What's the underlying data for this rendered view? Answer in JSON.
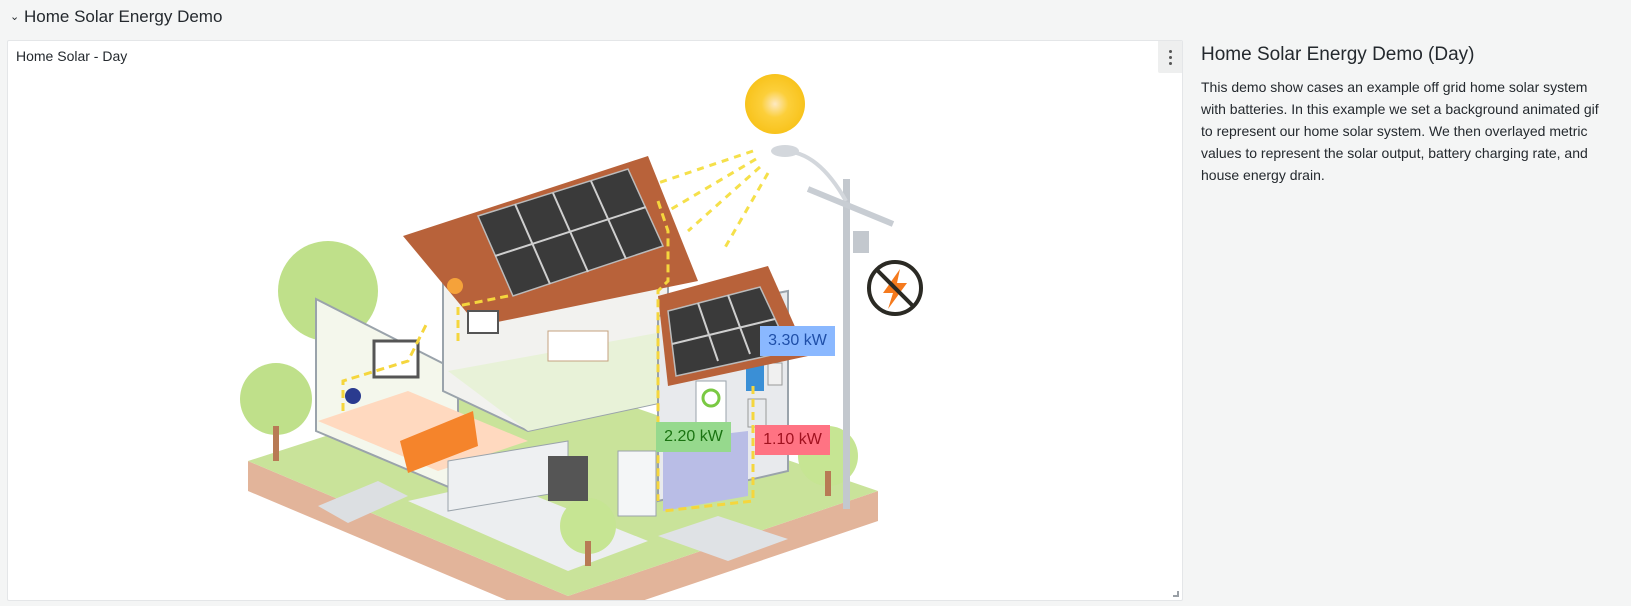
{
  "row": {
    "collapse_icon": "chevron-down-icon",
    "title": "Home Solar Energy Demo"
  },
  "panel": {
    "title": "Home Solar - Day",
    "menu_icon": "kebab-menu-icon",
    "background": "animated home solar system illustration",
    "metrics": {
      "solar_output": {
        "value": "3.30 kW",
        "color": "#8ab8ff"
      },
      "battery_charging": {
        "value": "2.20 kW",
        "color": "#96d98d"
      },
      "house_drain": {
        "value": "1.10 kW",
        "color": "#ff7383"
      }
    }
  },
  "text_panel": {
    "heading": "Home Solar Energy Demo (Day)",
    "body": "This demo show cases an example off grid home solar system with batteries. In this example we set a background animated gif to represent our home solar system. We then overlayed metric values to represent the solar output, battery charging rate, and house energy drain."
  }
}
